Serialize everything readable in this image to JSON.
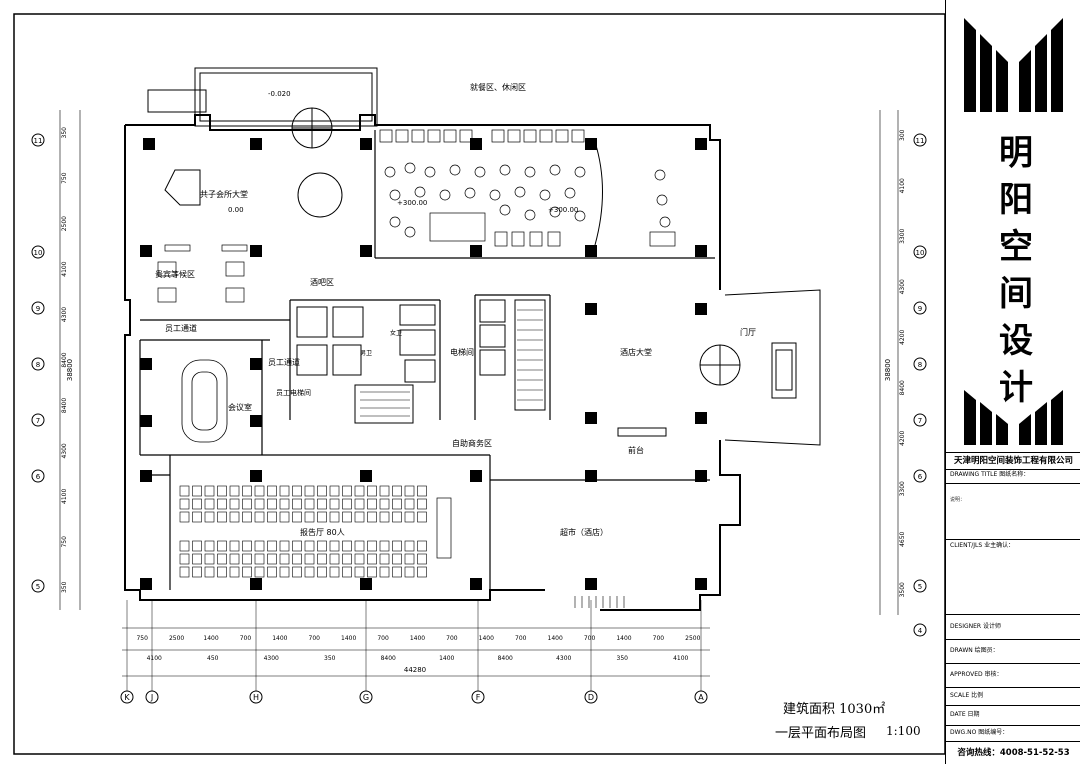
{
  "drawing": {
    "area_label": "建筑面积 1030㎡",
    "plan_title": "一层平面布局图",
    "scale": "1:100",
    "total_width": "44280",
    "elevation_entry": "-0.020",
    "elevation_floor": "0.00",
    "elevation_raised_1": "+300.00",
    "elevation_raised_2": "+300.00"
  },
  "rooms": {
    "lobby": "共子会所大堂",
    "vip_waiting": "贵宾等候区",
    "bar": "酒吧区",
    "dining": "就餐区、休闲区",
    "staff_corridor": "员工通道",
    "staff_passage": "员工通道",
    "meeting": "会议室",
    "staff_elevator": "员工电梯间",
    "elevator_hall": "电梯间",
    "hotel_lobby": "酒店大堂",
    "business": "自助商务区",
    "banquet": "报告厅 80人",
    "supermarket": "超市（酒店）",
    "reception": "前台",
    "porch": "门厅",
    "toilet_m": "男卫",
    "toilet_f": "女卫"
  },
  "axes": {
    "columns": [
      "K",
      "J",
      "H",
      "G",
      "F",
      "D",
      "A"
    ],
    "rows_left": [
      "11",
      "10",
      "9",
      "8",
      "7",
      "6",
      "5"
    ],
    "rows_right": [
      "11",
      "10",
      "9",
      "8",
      "7",
      "6",
      "5",
      "4"
    ]
  },
  "dims": {
    "top_chain": [
      "750",
      "2500",
      "1400",
      "700",
      "1400",
      "700",
      "1400",
      "700",
      "1400",
      "700",
      "1400",
      "700",
      "1400",
      "700",
      "1400",
      "700",
      "2500"
    ],
    "bottom_chain": [
      "4100",
      "450",
      "4300",
      "350",
      "8400",
      "1400",
      "8400",
      "4300",
      "350",
      "4100"
    ],
    "left_chain": [
      "350",
      "750",
      "2500",
      "4100",
      "4300",
      "8400",
      "8400",
      "4300",
      "4100",
      "750",
      "350"
    ],
    "left_total": "38800",
    "right_chain": [
      "300",
      "4100",
      "3300",
      "4300",
      "4200",
      "8400",
      "4200",
      "3300",
      "4650",
      "3500"
    ],
    "right_total": "38800"
  },
  "title_block": {
    "brand_chars": [
      "明",
      "阳",
      "空",
      "间",
      "设",
      "计"
    ],
    "company": "天津明阳空间装饰工程有限公司",
    "drawing_title": "DRAWING TITLE  图纸名称：",
    "notes_title": "说明：",
    "client": "CLIENT/JLS  业主确认：",
    "designer": "DESIGNER  设计师",
    "drawn": "DRAWN  绘图员：",
    "approved": "APPROVED  审核：",
    "scale": "SCALE  比例",
    "date": "DATE  日期",
    "dwg_no": "DWG.NO  图纸编号：",
    "hotline": "咨询热线：4008-51-52-53"
  }
}
